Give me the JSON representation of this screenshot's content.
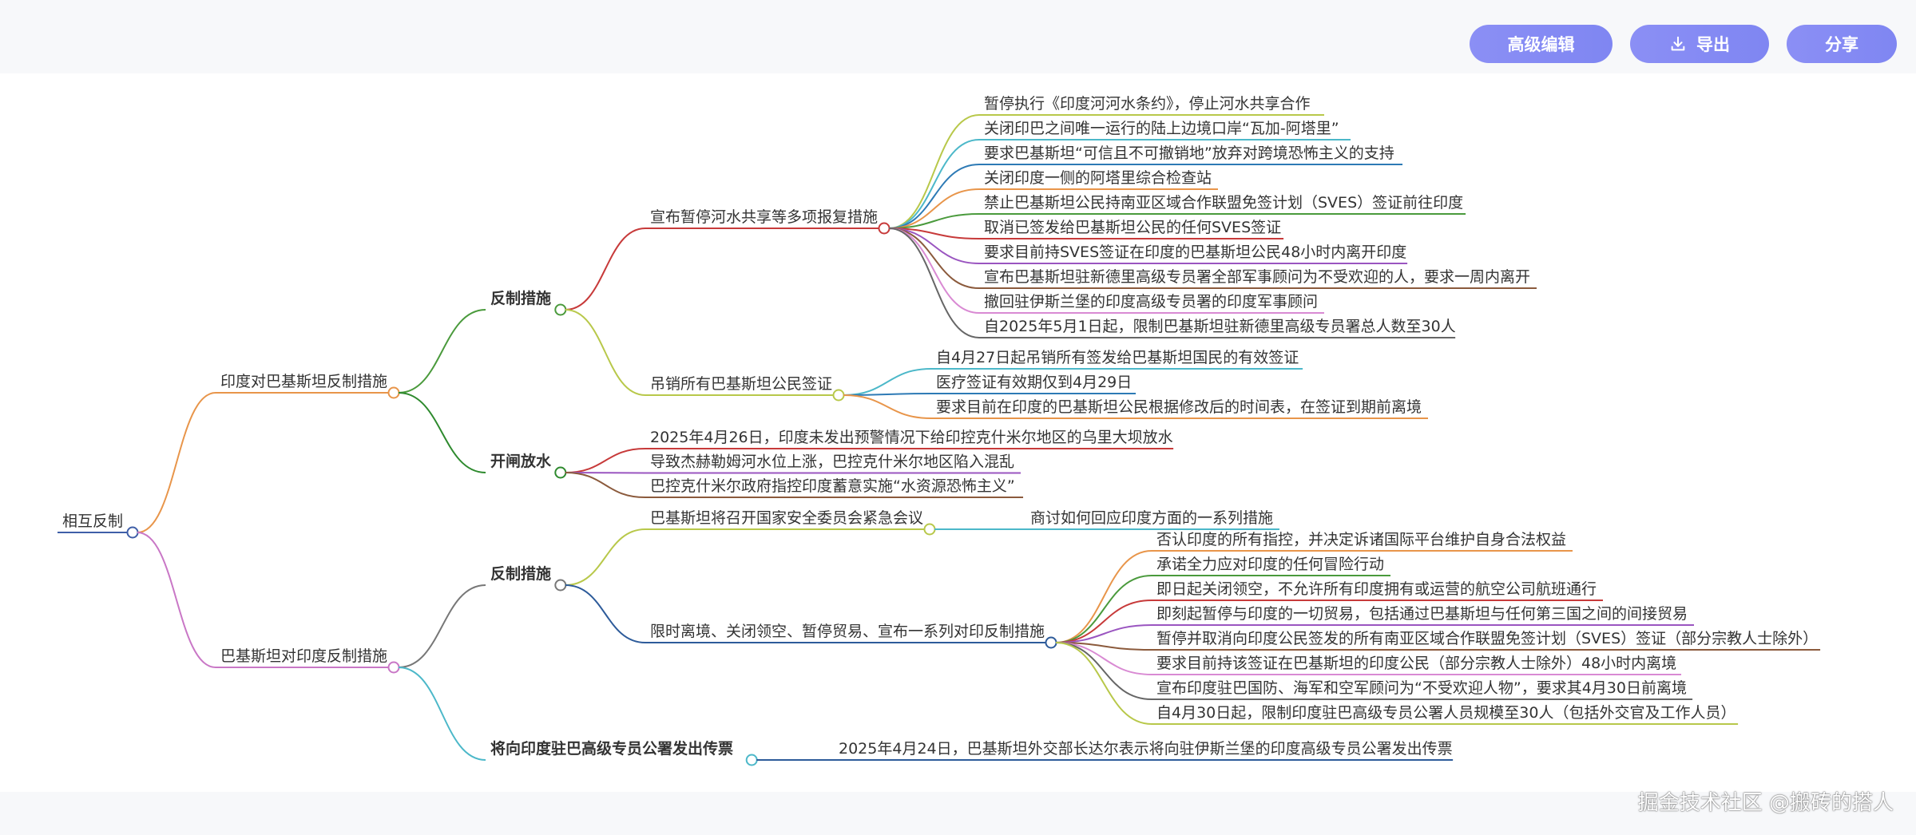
{
  "toolbar": {
    "edit_label": "高级编辑",
    "export_label": "导出",
    "share_label": "分享"
  },
  "watermark": "掘金技术社区 @搬砖的搭人",
  "mindmap": {
    "root": {
      "label": "相互反制",
      "color": "#3f5fa8"
    },
    "branches": [
      {
        "label": "印度对巴基斯坦反制措施",
        "color": "#e8954a"
      },
      {
        "label": "巴基斯坦对印度反制措施",
        "color": "#c977c6"
      }
    ],
    "groups": [
      {
        "label": "反制措施",
        "bold": true,
        "color": "#4a9a3c"
      },
      {
        "label": "开闸放水",
        "bold": true,
        "color": "#2e8a2e"
      },
      {
        "label": "反制措施",
        "bold": true,
        "color": "#777777"
      },
      {
        "label": "将向印度驻巴高级专员公署发出传票",
        "bold": true,
        "color": "#4cb8c9"
      }
    ],
    "subgroups": [
      {
        "label": "宣布暂停河水共享等多项报复措施",
        "color": "#c73a3a"
      },
      {
        "label": "吊销所有巴基斯坦公民签证",
        "color": "#b8c84a"
      },
      {
        "label": "巴基斯坦将召开国家安全委员会紧急会议",
        "color": "#b8c84a"
      },
      {
        "label": "限时离境、关闭领空、暂停贸易、宣布一系列对印反制措施",
        "color": "#2d5b9a"
      }
    ],
    "leaves_retaliation": [
      {
        "label": "暂停执行《印度河河水条约》，停止河水共享合作",
        "color": "#b8c84a"
      },
      {
        "label": "关闭印巴之间唯一运行的陆上边境口岸“瓦加-阿塔里”",
        "color": "#4cb8c9"
      },
      {
        "label": "要求巴基斯坦“可信且不可撤销地”放弃对跨境恐怖主义的支持",
        "color": "#2d7ab5"
      },
      {
        "label": "关闭印度一侧的阿塔里综合检查站",
        "color": "#e8954a"
      },
      {
        "label": "禁止巴基斯坦公民持南亚区域合作联盟免签计划（SVES）签证前往印度",
        "color": "#4a9a3c"
      },
      {
        "label": "取消已签发给巴基斯坦公民的任何SVES签证",
        "color": "#c73a3a"
      },
      {
        "label": "要求目前持SVES签证在印度的巴基斯坦公民48小时内离开印度",
        "color": "#9a55c0"
      },
      {
        "label": "宣布巴基斯坦驻新德里高级专员署全部军事顾问为不受欢迎的人，要求一周内离开",
        "color": "#8b5a3c"
      },
      {
        "label": "撤回驻伊斯兰堡的印度高级专员署的印度军事顾问",
        "color": "#d98ad3"
      },
      {
        "label": "自2025年5月1日起，限制巴基斯坦驻新德里高级专员署总人数至30人",
        "color": "#666666"
      }
    ],
    "leaves_visa": [
      {
        "label": "自4月27日起吊销所有签发给巴基斯坦国民的有效签证",
        "color": "#4cb8c9"
      },
      {
        "label": "医疗签证有效期仅到4月29日",
        "color": "#2d7ab5"
      },
      {
        "label": "要求目前在印度的巴基斯坦公民根据修改后的时间表，在签证到期前离境",
        "color": "#e8954a"
      }
    ],
    "leaves_water": [
      {
        "label": "2025年4月26日，印度未发出预警情况下给印控克什米尔地区的乌里大坝放水",
        "color": "#c73a3a"
      },
      {
        "label": "导致杰赫勒姆河水位上涨，巴控克什米尔地区陷入混乱",
        "color": "#9a55c0"
      },
      {
        "label": "巴控克什米尔政府指控印度蓄意实施“水资源恐怖主义”",
        "color": "#8b5a3c"
      }
    ],
    "leaf_meeting": {
      "label": "商讨如何回应印度方面的一系列措施",
      "color": "#4cb8c9"
    },
    "leaves_pak": [
      {
        "label": "否认印度的所有指控，并决定诉诸国际平台维护自身合法权益",
        "color": "#e8954a"
      },
      {
        "label": "承诺全力应对印度的任何冒险行动",
        "color": "#4a9a3c"
      },
      {
        "label": "即日起关闭领空，不允许所有印度拥有或运营的航空公司航班通行",
        "color": "#c73a3a"
      },
      {
        "label": "即刻起暂停与印度的一切贸易，包括通过巴基斯坦与任何第三国之间的间接贸易",
        "color": "#9a55c0"
      },
      {
        "label": "暂停并取消向印度公民签发的所有南亚区域合作联盟免签计划（SVES）签证（部分宗教人士除外）",
        "color": "#8b5a3c"
      },
      {
        "label": "要求目前持该签证在巴基斯坦的印度公民（部分宗教人士除外）48小时内离境",
        "color": "#d98ad3"
      },
      {
        "label": "宣布印度驻巴国防、海军和空军顾问为“不受欢迎人物”，要求其4月30日前离境",
        "color": "#666666"
      },
      {
        "label": "自4月30日起，限制印度驻巴高级专员公署人员规模至30人（包括外交官及工作人员）",
        "color": "#b8c84a"
      }
    ],
    "leaf_summons": {
      "label": "2025年4月24日，巴基斯坦外交部长达尔表示将向驻伊斯兰堡的印度高级专员公署发出传票",
      "color": "#2d5b9a"
    }
  }
}
